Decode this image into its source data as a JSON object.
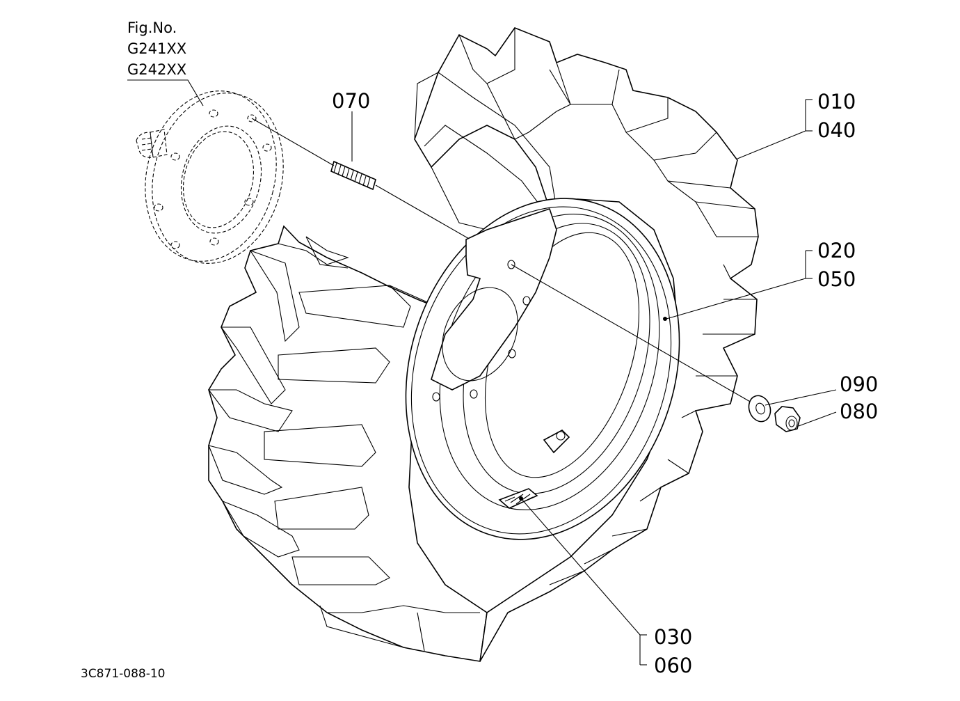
{
  "figure": {
    "title": "Fig.No.",
    "numbers": [
      "G241XX",
      "G242XX"
    ]
  },
  "drawing_code": "3C871-088-10",
  "callouts": [
    {
      "id": "studbolt",
      "lines": [
        "070"
      ]
    },
    {
      "id": "tire",
      "lines": [
        "010",
        "040"
      ]
    },
    {
      "id": "rim",
      "lines": [
        "020",
        "050"
      ]
    },
    {
      "id": "washer",
      "lines": [
        "090"
      ]
    },
    {
      "id": "nut",
      "lines": [
        "080"
      ]
    },
    {
      "id": "valve",
      "lines": [
        "030",
        "060"
      ]
    }
  ]
}
